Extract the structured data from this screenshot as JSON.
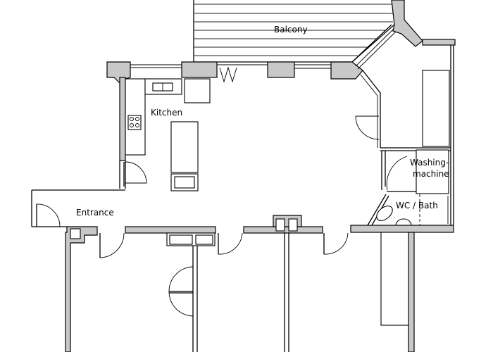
{
  "floorplan": {
    "rooms": {
      "balcony": "Balcony",
      "kitchen": "Kitchen",
      "entrance": "Entrance",
      "washing_machine": "Washing-\nmachine",
      "washing_line1": "Washing-",
      "washing_line2": "machine",
      "wc_bath": "WC / Bath"
    },
    "colors": {
      "wall_fill": "#c8c8c8",
      "line": "#000000",
      "background": "#ffffff"
    }
  }
}
